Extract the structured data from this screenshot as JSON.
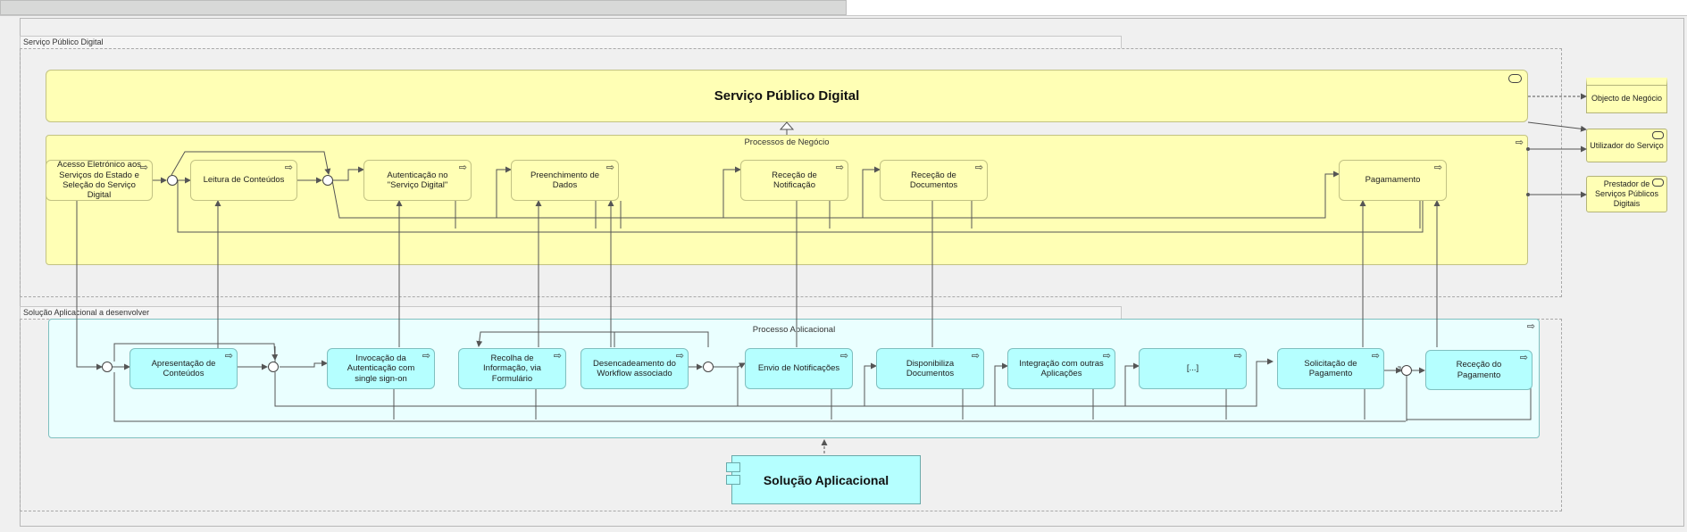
{
  "groups": {
    "spd_label": "Serviço Público Digital",
    "sol_label": "Solução Aplicacional a desenvolver"
  },
  "service": {
    "title": "Serviço Público Digital"
  },
  "business_process": {
    "title": "Processos de Negócio",
    "steps": [
      "Acesso Eletrónico aos Serviços do Estado e Seleção do Serviço Digital",
      "Leitura de Conteúdos",
      "Autenticação no \"Serviço Digital\"",
      "Preenchimento de Dados",
      "Receção de Notificação",
      "Receção de Documentos",
      "Pagamamento"
    ]
  },
  "side_elements": {
    "business_object": "Objecto de Negócio",
    "role_user": "Utilizador do Serviço",
    "role_provider": "Prestador de Serviços Públicos Digitais"
  },
  "app_process": {
    "title": "Processo Aplicacional",
    "steps": [
      "Apresentação de Conteúdos",
      "Invocação da Autenticação com single sign-on",
      "Recolha de Informação, via Formulário",
      "Desencadeamento do Workflow associado",
      "Envio de Notificações",
      "Disponibiliza Documentos",
      "Integração com outras Aplicações",
      "[...]",
      "Solicitação de Pagamento",
      "Receção do Pagamento"
    ]
  },
  "component": {
    "title": "Solução Aplicacional"
  },
  "icons": {
    "process": "process-arrow-icon",
    "role": "role-icon",
    "service": "service-icon",
    "component": "component-icon",
    "junction": "junction-icon"
  },
  "colors": {
    "business": "#ffffb5",
    "application": "#b5ffff",
    "canvas": "#f0f0f0"
  }
}
